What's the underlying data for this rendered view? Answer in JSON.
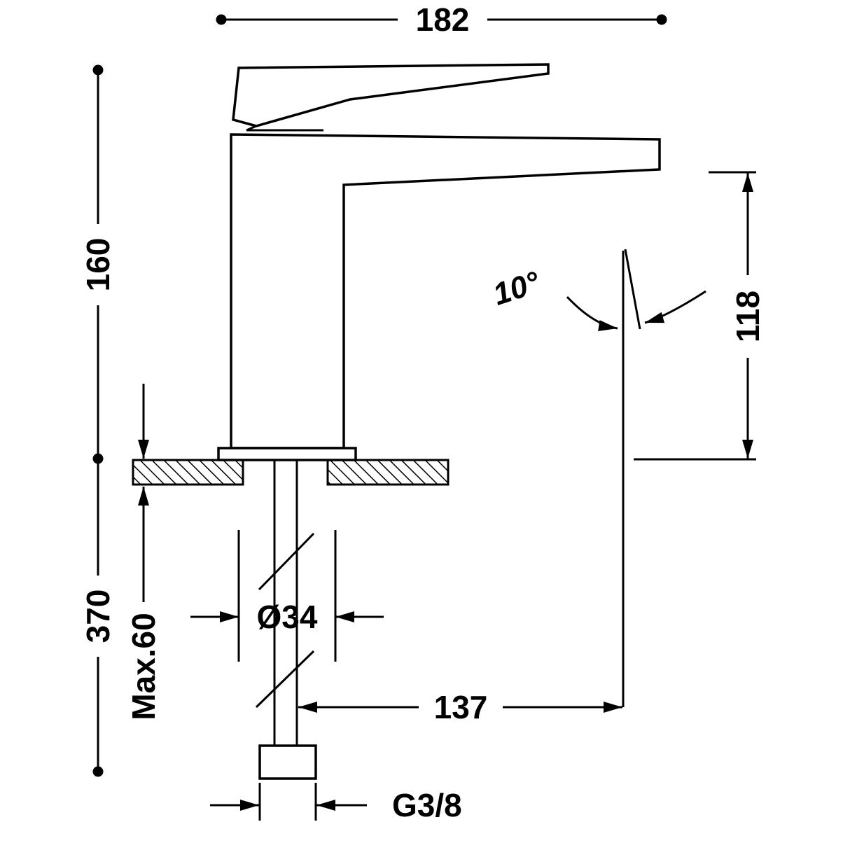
{
  "drawing": {
    "subject": "single-lever basin mixer tap — side elevation dimension drawing",
    "background_color": "#ffffff",
    "line_color": "#000000"
  },
  "labels": {
    "overall_width": "182",
    "height_above_deck": "160",
    "spout_outlet_height": "118",
    "spout_angle": "10°",
    "below_deck_length": "370",
    "max_deck_thickness": "Max.60",
    "mounting_hole_diameter": "Ø34",
    "spout_reach": "137",
    "supply_thread": "G3/8"
  }
}
